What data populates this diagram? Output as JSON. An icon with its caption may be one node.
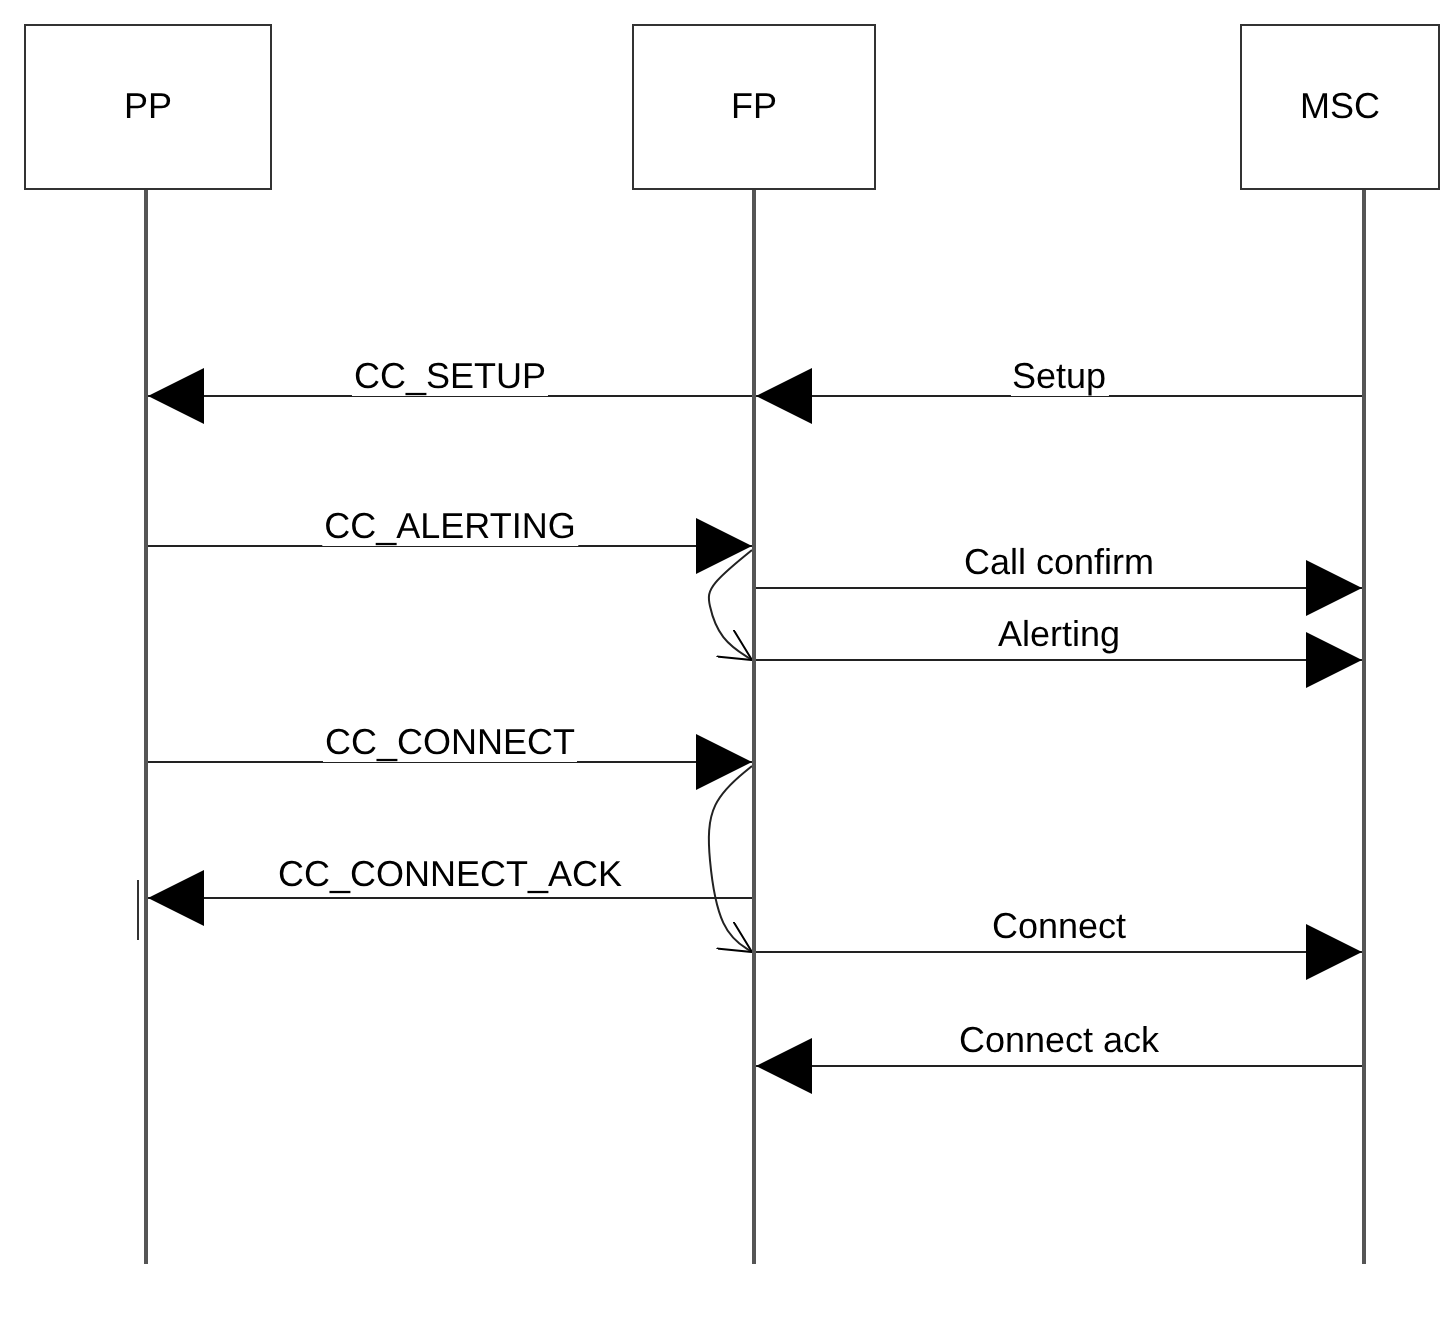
{
  "diagram": {
    "nodes": [
      {
        "text": [
          "PP"
        ]
      },
      {
        "text": [
          "FP"
        ]
      },
      {
        "text": [
          "MSC"
        ]
      },
      {
        "text": [],
        "shape": "bar"
      },
      {
        "text": [],
        "shape": "bar"
      },
      {
        "text": [],
        "shape": "bar"
      }
    ],
    "edges": [
      {
        "from": 4,
        "to": 3,
        "arrow": "to",
        "label": "CC_SETUP"
      },
      {
        "from": 5,
        "to": 4,
        "arrow": "to",
        "label": "Setup"
      },
      {
        "from": 3,
        "to": 4,
        "arrow": "to",
        "label": "CC_ALERTING"
      },
      {
        "from": 4,
        "to": 4,
        "arrow": "to"
      },
      {
        "from": 4,
        "to": 5,
        "arrow": "to",
        "label": "Call confirm"
      },
      {
        "from": 4,
        "to": 5,
        "arrow": "to",
        "label": "Alerting"
      },
      {
        "from": 3,
        "to": 4,
        "arrow": "to",
        "label": "CC_CONNECT"
      },
      {
        "from": 4,
        "to": 4,
        "arrow": "to"
      },
      {
        "from": 4,
        "to": 3,
        "arrow": "to",
        "label": "CC_CONNECT_ACK"
      },
      {
        "from": 4,
        "to": 5,
        "arrow": "to",
        "label": "Connect"
      },
      {
        "from": 5,
        "to": 4,
        "arrow": "to",
        "label": "Connect ack"
      }
    ]
  }
}
